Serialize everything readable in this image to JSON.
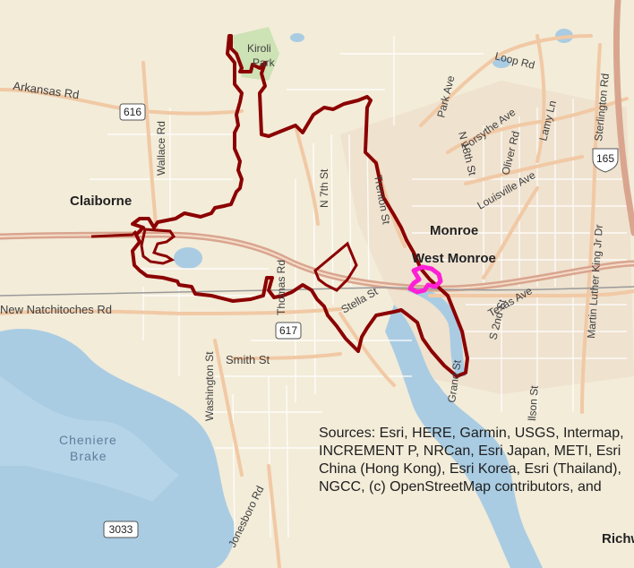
{
  "map": {
    "labels": {
      "arkansas_rd": "Arkansas Rd",
      "claiborne": "Claiborne",
      "wallace_rd": "Wallace Rd",
      "n_7th_st": "N 7th St",
      "trenton_st": "Trenton St",
      "monroe": "Monroe",
      "west_monroe": "West Monroe",
      "park_ave": "Park Ave",
      "loop_rd": "Loop Rd",
      "forsythe_ave": "Forsythe Ave",
      "n_18th_st": "N 18th St",
      "oliver_rd": "Oliver Rd",
      "lamy_ln": "Lamy Ln",
      "louisville_ave": "Louisville Ave",
      "sterlington_rd": "Sterlington Rd",
      "mlk_dr": "Martin Luther King Jr Dr",
      "new_natchitoches_rd": "New Natchitoches Rd",
      "thomas_rd": "Thomas Rd",
      "stella_st": "Stella St",
      "texas_ave": "Texas Ave",
      "s_2nd_st": "S 2nd St",
      "smith_st": "Smith St",
      "washington_st": "Washington St",
      "cheniere": "Cheniere",
      "brake": "Brake",
      "jonesboro_rd": "Jonesboro Rd",
      "richwood": "Richw",
      "kiroli": "Kiroli",
      "park_short": "Park",
      "grand_st": "Grand St",
      "wilson_st": "llson St"
    },
    "shields": {
      "r616": "616",
      "r617": "617",
      "r165": "165",
      "r3033": "3033"
    },
    "colors": {
      "background": "#f3ecd9",
      "water": "#a9cce3",
      "boundary": "#8b0000",
      "highlight": "#ff1fd6",
      "highway": "#d9a58f",
      "major_road": "#f1c9a5",
      "minor_road": "#ffffff",
      "park": "#cde2b5"
    }
  },
  "attribution": {
    "text": "Sources: Esri, HERE, Garmin, USGS, Intermap, INCREMENT P, NRCan, Esri Japan, METI, Esri China (Hong Kong), Esri Korea, Esri (Thailand), NGCC, (c) OpenStreetMap contributors, and"
  }
}
